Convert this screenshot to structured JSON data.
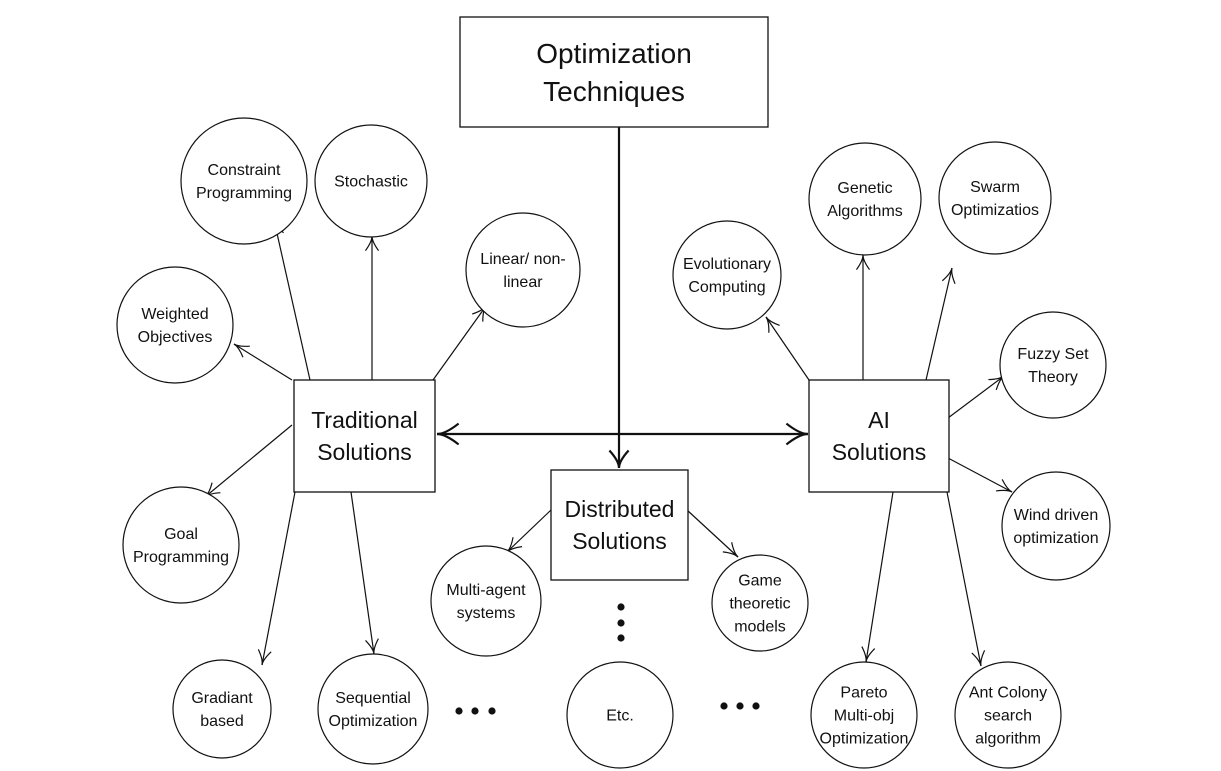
{
  "root": {
    "lines": [
      "Optimization",
      "Techniques"
    ]
  },
  "categories": {
    "traditional": {
      "lines": [
        "Traditional",
        "Solutions"
      ]
    },
    "distributed": {
      "lines": [
        "Distributed",
        "Solutions"
      ]
    },
    "ai": {
      "lines": [
        "AI",
        "Solutions"
      ]
    }
  },
  "traditional_items": [
    {
      "lines": [
        "Constraint",
        "Programming"
      ]
    },
    {
      "lines": [
        "Stochastic"
      ]
    },
    {
      "lines": [
        "Linear/ non-",
        "linear"
      ]
    },
    {
      "lines": [
        "Weighted",
        "Objectives"
      ]
    },
    {
      "lines": [
        "Goal",
        "Programming"
      ]
    },
    {
      "lines": [
        "Gradiant",
        "based"
      ]
    },
    {
      "lines": [
        "Sequential",
        "Optimization"
      ]
    }
  ],
  "distributed_items": [
    {
      "lines": [
        "Multi-agent",
        "systems"
      ]
    },
    {
      "lines": [
        "Game",
        "theoretic",
        "models"
      ]
    },
    {
      "lines": [
        "Etc."
      ]
    }
  ],
  "ai_items": [
    {
      "lines": [
        "Evolutionary",
        "Computing"
      ]
    },
    {
      "lines": [
        "Genetic",
        "Algorithms"
      ]
    },
    {
      "lines": [
        "Swarm",
        "Optimizatios"
      ]
    },
    {
      "lines": [
        "Fuzzy Set",
        "Theory"
      ]
    },
    {
      "lines": [
        "Wind driven",
        "optimization"
      ]
    },
    {
      "lines": [
        "Pareto",
        "Multi-obj",
        "Optimization"
      ]
    },
    {
      "lines": [
        "Ant Colony",
        "search",
        "algorithm"
      ]
    }
  ],
  "ellipsis_markers": [
    "continuation-dots-left",
    "continuation-dots-right",
    "continuation-dots-vertical"
  ]
}
